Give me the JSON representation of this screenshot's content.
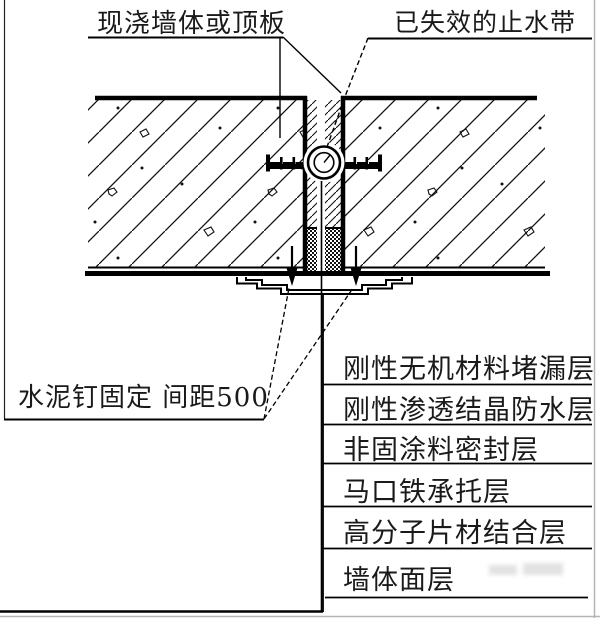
{
  "figure": {
    "type": "construction-detail-diagram",
    "background": "#ffffff",
    "line_color": "#000000",
    "frame_color": "#b5b5b5",
    "callouts": {
      "top_left": "现浇墙体或顶板",
      "top_right": "已失效的止水带",
      "bottom_left": "水泥钉固定 间距500"
    },
    "layers": [
      "刚性无机材料堵漏层",
      "刚性渗透结晶防水层",
      "非固涂料密封层",
      "马口铁承托层",
      "高分子片材结合层",
      "墙体面层"
    ]
  }
}
